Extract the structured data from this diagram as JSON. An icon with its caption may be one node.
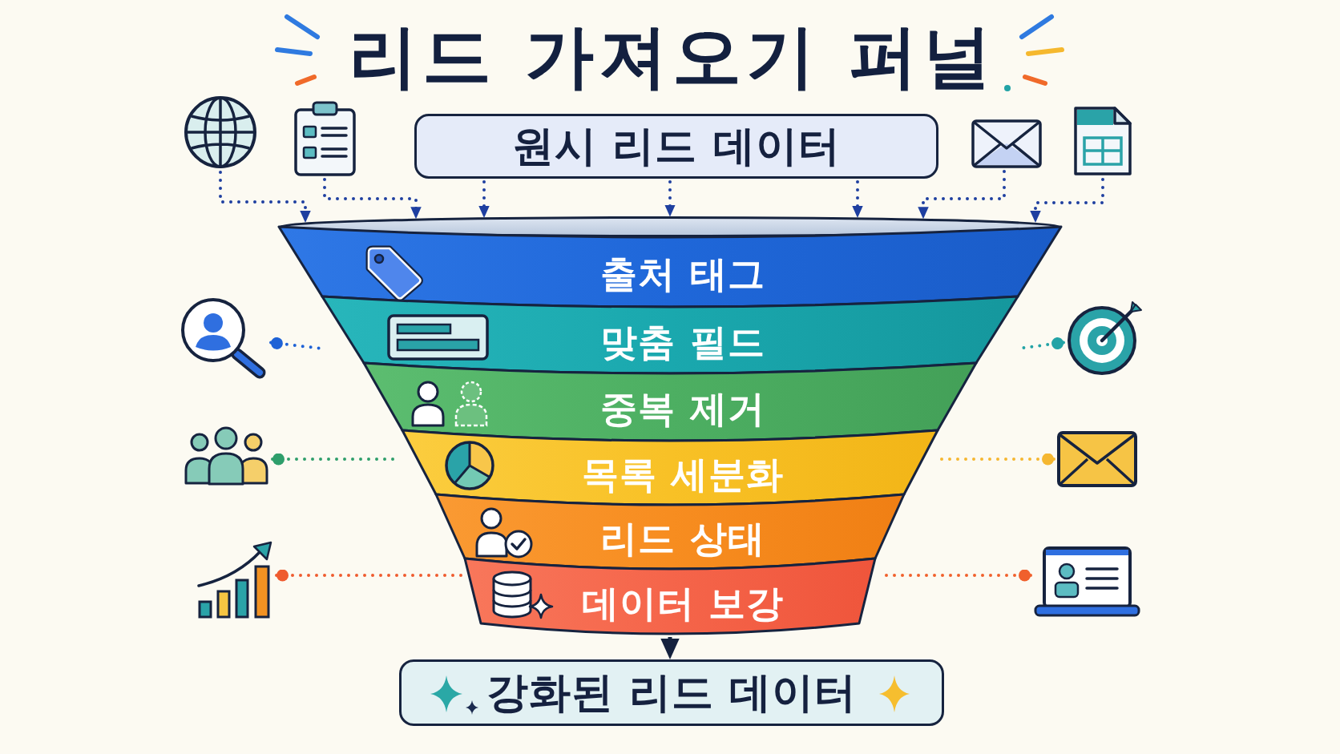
{
  "diagram": {
    "title": "리드 가져오기 퍼널",
    "nodes": [
      {
        "text": [],
        "shape": "picture"
      },
      {
        "text": [],
        "shape": "picture"
      },
      {
        "text": [
          "원시 리드 데이터"
        ]
      },
      {
        "text": [],
        "shape": "picture"
      },
      {
        "text": [],
        "shape": "picture"
      },
      {
        "text": [],
        "shape": "ellipse"
      },
      {
        "text": [
          "출처 태그"
        ]
      },
      {
        "text": [
          "맞춤 필드"
        ]
      },
      {
        "text": [
          "중복 제거"
        ]
      },
      {
        "text": [
          "목록 세분화"
        ]
      },
      {
        "text": [
          "리드 상태"
        ]
      },
      {
        "text": [
          "데이터 보강"
        ]
      },
      {
        "text": [],
        "shape": "picture"
      },
      {
        "text": [],
        "shape": "picture"
      },
      {
        "text": [],
        "shape": "picture"
      },
      {
        "text": [],
        "shape": "picture"
      },
      {
        "text": [],
        "shape": "picture"
      },
      {
        "text": [],
        "shape": "picture"
      },
      {
        "text": [
          "강화된 리드 데이터"
        ]
      }
    ],
    "edges": [
      {
        "from": 0,
        "to": 5,
        "arrow": "to",
        "style": "dashed"
      },
      {
        "from": 1,
        "to": 5,
        "arrow": "to",
        "style": "dashed"
      },
      {
        "from": 2,
        "to": 5,
        "arrow": "to",
        "style": "dashed"
      },
      {
        "from": 2,
        "to": 5,
        "arrow": "to",
        "style": "dashed"
      },
      {
        "from": 2,
        "to": 5,
        "arrow": "to",
        "style": "dashed"
      },
      {
        "from": 3,
        "to": 5,
        "arrow": "to",
        "style": "dashed"
      },
      {
        "from": 4,
        "to": 5,
        "arrow": "to",
        "style": "dashed"
      },
      {
        "from": 12,
        "to": 7,
        "arrow": "other",
        "style": "dashed",
        "color": "#1f62d6"
      },
      {
        "from": 13,
        "to": 9,
        "arrow": "other",
        "style": "dashed",
        "color": "#2e9e6b"
      },
      {
        "from": 14,
        "to": 11,
        "arrow": "other",
        "style": "dashed",
        "color": "#ef5b2f"
      },
      {
        "from": 15,
        "to": 7,
        "arrow": "other",
        "style": "dashed",
        "color": "#22a3a6"
      },
      {
        "from": 16,
        "to": 9,
        "arrow": "other",
        "style": "dashed",
        "color": "#f5b731"
      },
      {
        "from": 17,
        "to": 11,
        "arrow": "other",
        "style": "dashed",
        "color": "#f0602c"
      },
      {
        "from": 11,
        "to": 18,
        "arrow": "to",
        "color": "#15223f"
      }
    ]
  }
}
